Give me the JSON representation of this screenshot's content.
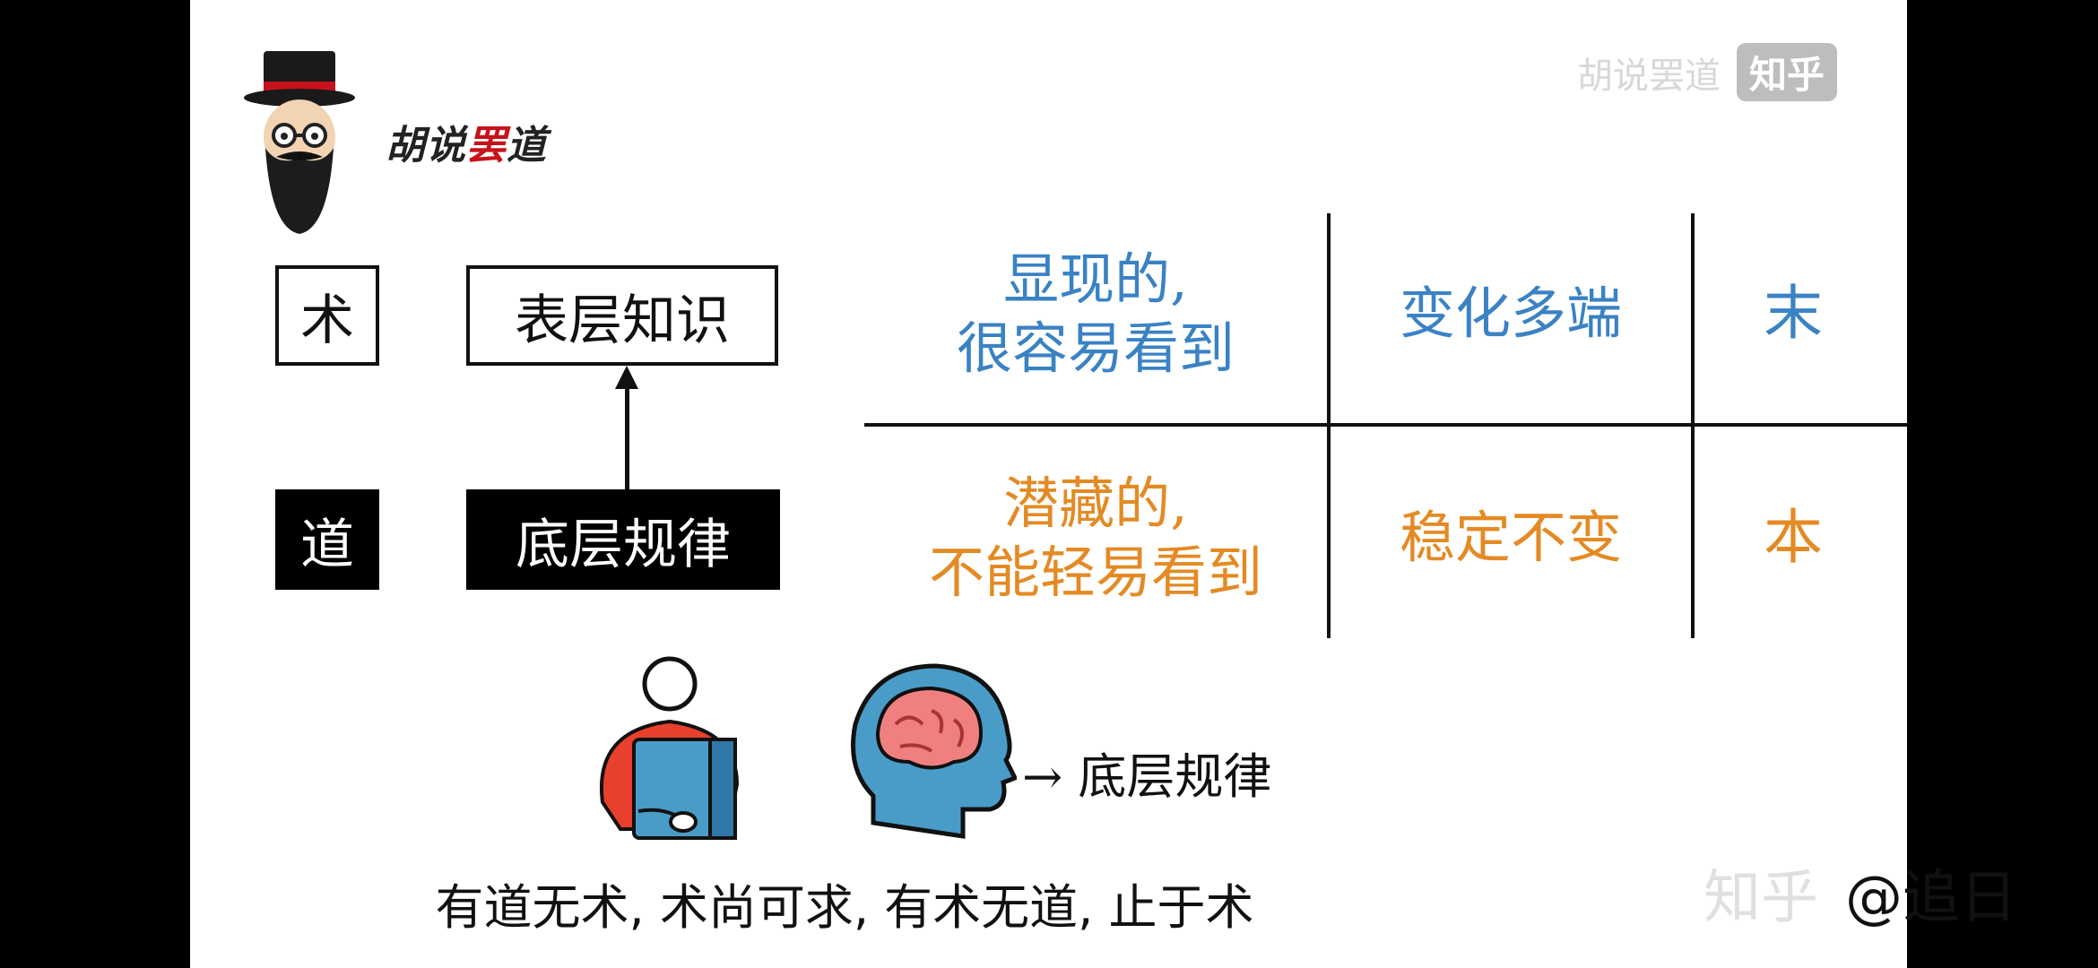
{
  "brand": {
    "name_prefix": "胡说",
    "name_highlight": "罢",
    "name_suffix": "道"
  },
  "watermark_top": {
    "faded_text": "胡说罢道",
    "zhihu": "知乎"
  },
  "left": {
    "shu": "术",
    "dao": "道",
    "surface": "表层知识",
    "underlying": "底层规律"
  },
  "table": {
    "row1": {
      "desc_line1": "显现的,",
      "desc_line2": "很容易看到",
      "trait": "变化多端",
      "tag": "末"
    },
    "row2": {
      "desc_line1": "潜藏的,",
      "desc_line2": "不能轻易看到",
      "trait": "稳定不变",
      "tag": "本"
    },
    "colors": {
      "row1": "#3a82c4",
      "row2": "#e48a24"
    }
  },
  "illustration": {
    "arrow_label": "→ 底层规律"
  },
  "caption": "有道无术, 术尚可求, 有术无道, 止于术",
  "watermark_bottom": {
    "site": "知乎",
    "handle": "@追日"
  }
}
